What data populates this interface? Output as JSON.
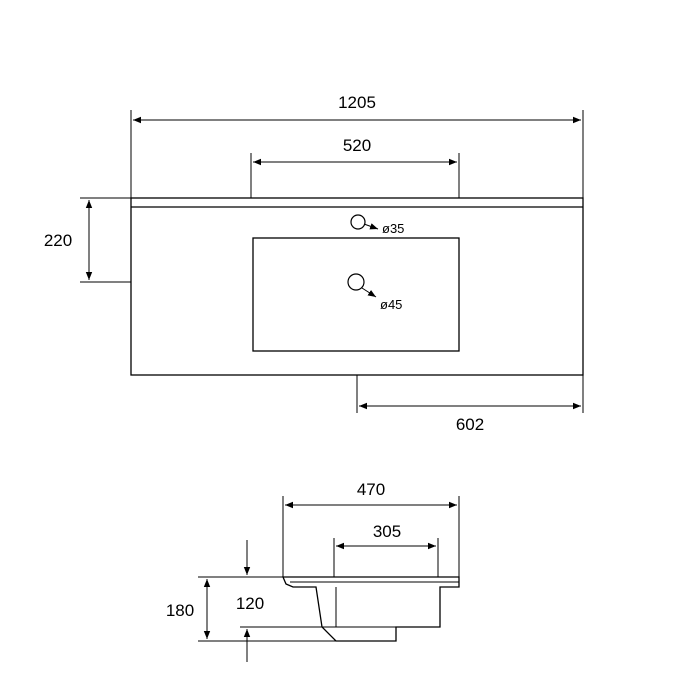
{
  "top_view": {
    "overall_width": "1205",
    "tap_span": "520",
    "depth": "220",
    "drain_offset": "602",
    "tap_hole": "ø35",
    "drain_hole": "ø45"
  },
  "side_view": {
    "overall_depth": "470",
    "bowl_depth": "305",
    "total_height": "180",
    "bowl_height": "120"
  }
}
